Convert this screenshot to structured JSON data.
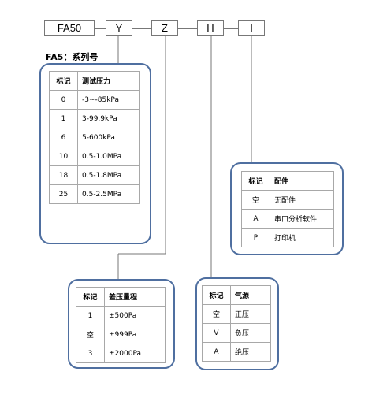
{
  "model_code": {
    "segments": [
      "FA50",
      "Y",
      "Z",
      "H",
      "I"
    ]
  },
  "series_label": "FA5：系列号",
  "pressure_table": {
    "headers": [
      "标记",
      "测试压力"
    ],
    "rows": [
      [
        "0",
        "-3~-85kPa"
      ],
      [
        "1",
        "3-99.9kPa"
      ],
      [
        "6",
        "5-600kPa"
      ],
      [
        "10",
        "0.5-1.0MPa"
      ],
      [
        "18",
        "0.5-1.8MPa"
      ],
      [
        "25",
        "0.5-2.5MPa"
      ]
    ]
  },
  "accessory_table": {
    "headers": [
      "标记",
      "配件"
    ],
    "rows": [
      [
        "空",
        "无配件"
      ],
      [
        "A",
        "串口分析软件"
      ],
      [
        "P",
        "打印机"
      ]
    ]
  },
  "diff_pressure_table": {
    "headers": [
      "标记",
      "差压量程"
    ],
    "rows": [
      [
        "1",
        "±500Pa"
      ],
      [
        "空",
        "±999Pa"
      ],
      [
        "3",
        "±2000Pa"
      ]
    ]
  },
  "gas_source_table": {
    "headers": [
      "标记",
      "气源"
    ],
    "rows": [
      [
        "空",
        "正压"
      ],
      [
        "V",
        "负压"
      ],
      [
        "A",
        "绝压"
      ]
    ]
  },
  "colors": {
    "panel_border": "#4f6fa0",
    "connector": "#777777"
  }
}
